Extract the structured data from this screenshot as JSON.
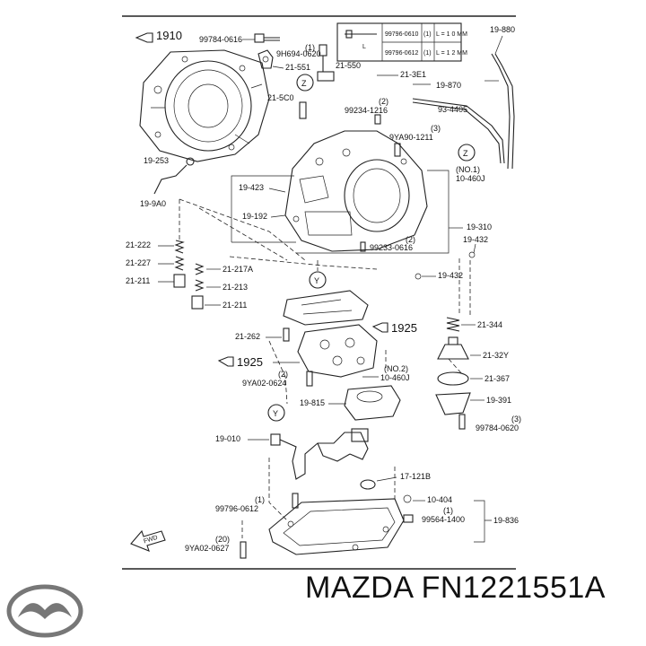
{
  "labels": {
    "l1910": "1910",
    "l99784_0616": "99784-0616",
    "l9H694_0620": "9H694-0620",
    "q9H694": "(1)",
    "l21_551": "21-551",
    "l21_550": "21-550",
    "l21_3E1": "21-3E1",
    "l21_5C0": "21-5C0",
    "l99234_1216": "99234-1216",
    "q99234": "(2)",
    "l9YA90_1211": "9YA90-1211",
    "q9YA90": "(3)",
    "l19_253": "19-253",
    "l19_9A0": "19-9A0",
    "l19_423": "19-423",
    "l19_192": "19-192",
    "l19_870": "19-870",
    "l93_4405": "93-4405",
    "l19_880": "19-880",
    "lNO1": "(NO.1)",
    "l10_460J_a": "10-460J",
    "l19_310": "19-310",
    "l19_432_a": "19-432",
    "l99233_0616": "99233-0616",
    "q99233": "(2)",
    "l19_432_b": "19-432",
    "l21_222": "21-222",
    "l21_227": "21-227",
    "l21_211_a": "21-211",
    "l21_217A": "21-217A",
    "l21_213": "21-213",
    "l21_211_b": "21-211",
    "l21_262": "21-262",
    "l1925_a": "1925",
    "l1925_b": "1925",
    "l9YA02_0624": "9YA02-0624",
    "q9YA02_0624": "(2)",
    "lNO2": "(NO.2)",
    "l10_460J_b": "10-460J",
    "l21_344": "21-344",
    "l21_32Y": "21-32Y",
    "l21_367": "21-367",
    "l19_391": "19-391",
    "l99784_0620": "99784-0620",
    "q99784_0620": "(3)",
    "l19_815": "19-815",
    "l19_010": "19-010",
    "l17_121B": "17-121B",
    "l10_404": "10-404",
    "l99796_0612_b": "99796-0612",
    "q99796_b": "(1)",
    "l99564_1400": "99564-1400",
    "q99564": "(1)",
    "l19_836": "19-836",
    "l9YA02_0627": "9YA02-0627",
    "q9YA02_0627": "(20)",
    "fwd": "FWD",
    "markerZ": "Z",
    "markerY": "Y"
  },
  "bolt_table": {
    "rows": [
      {
        "part": "99796-0610",
        "qty": "(1)",
        "length": "L = 1 0 MM"
      },
      {
        "part": "99796-0612",
        "qty": "(1)",
        "length": "L = 1 2 MM"
      }
    ],
    "dim": "L"
  },
  "footer": {
    "brand_part": "MAZDA FN1221551A",
    "logo": "mazda-logo-icon"
  }
}
